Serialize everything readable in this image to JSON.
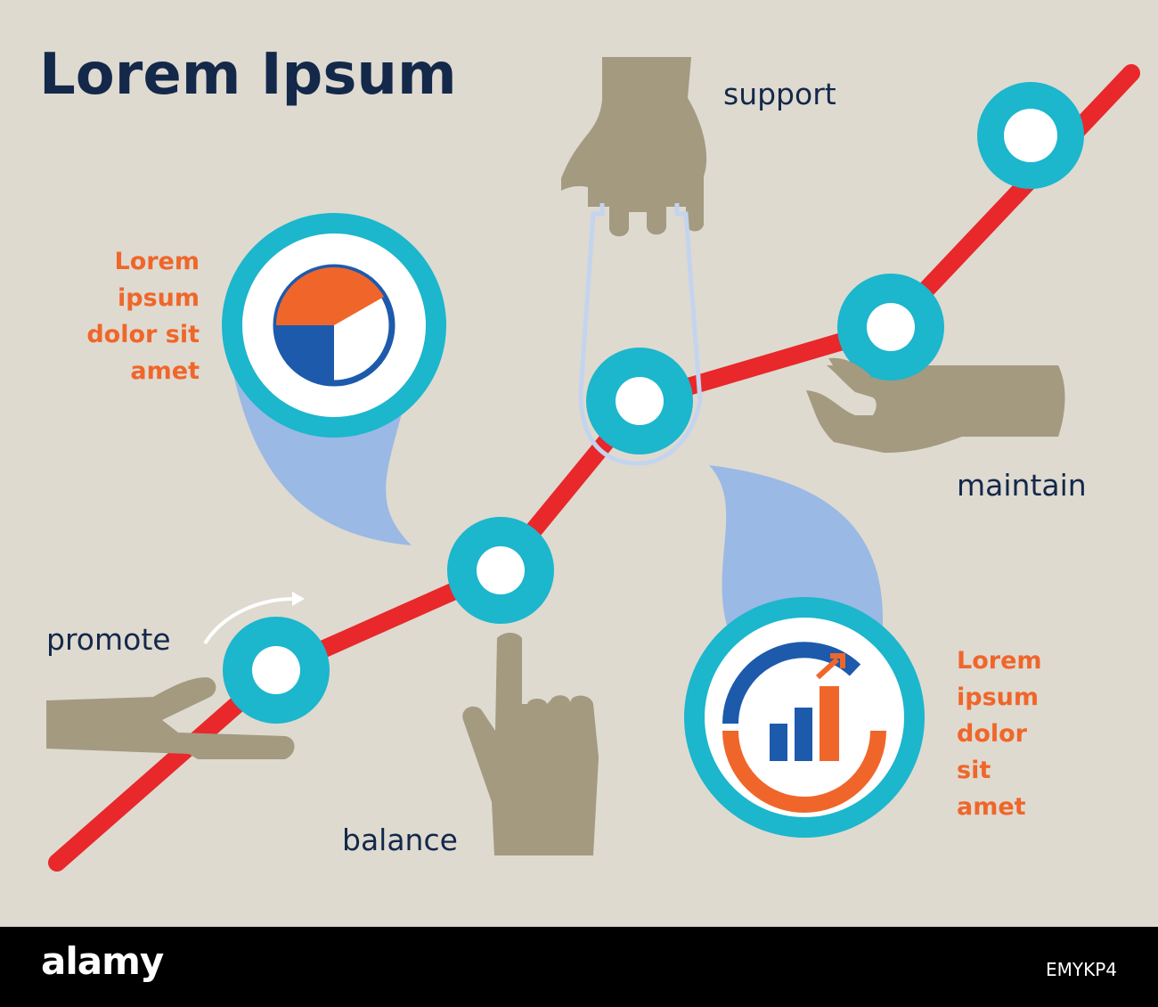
{
  "title": "Lorem Ipsum",
  "labels": {
    "support": "support",
    "maintain": "maintain",
    "promote": "promote",
    "balance": "balance"
  },
  "left_note": [
    "Lorem",
    "ipsum",
    "dolor sit",
    "amet"
  ],
  "right_note": [
    "Lorem",
    "ipsum",
    "dolor",
    "sit",
    "amet"
  ],
  "colors": {
    "background": "#dedad0",
    "line": "#e8282b",
    "ring": "#1cb6cd",
    "hand": "#a39a80",
    "accent_blue": "#1d5aac",
    "accent_orange": "#f0662a",
    "bubble": "#9ab9e4",
    "text": "#14284a"
  },
  "footer": {
    "logo": "alamy",
    "id": "EMYKP4"
  }
}
